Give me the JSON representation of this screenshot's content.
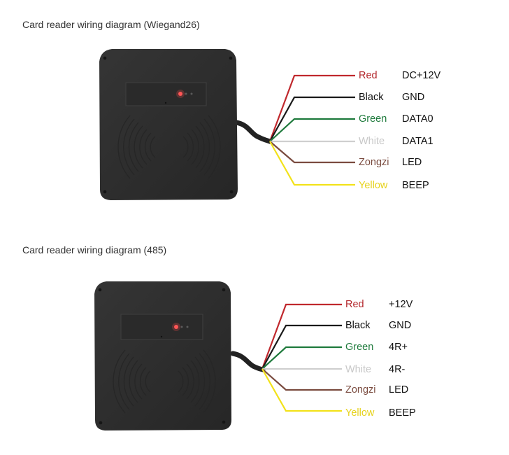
{
  "diagrams": [
    {
      "title": "Card reader wiring diagram (Wiegand26)",
      "wires": [
        {
          "color_name": "Red",
          "signal": "DC+12V",
          "hex": "#c0282d"
        },
        {
          "color_name": "Black",
          "signal": "GND",
          "hex": "#1a1a1a"
        },
        {
          "color_name": "Green",
          "signal": "DATA0",
          "hex": "#1e7a3c"
        },
        {
          "color_name": "White",
          "signal": "DATA1",
          "hex": "#cfcfcf"
        },
        {
          "color_name": "Zongzi",
          "signal": "LED",
          "hex": "#7a4b3f"
        },
        {
          "color_name": "Yellow",
          "signal": "BEEP",
          "hex": "#f2e21a"
        }
      ]
    },
    {
      "title": "Card reader wiring diagram (485)",
      "wires": [
        {
          "color_name": "Red",
          "signal": "+12V",
          "hex": "#c0282d"
        },
        {
          "color_name": "Black",
          "signal": "GND",
          "hex": "#1a1a1a"
        },
        {
          "color_name": "Green",
          "signal": "4R+",
          "hex": "#1e7a3c"
        },
        {
          "color_name": "White",
          "signal": "4R-",
          "hex": "#cfcfcf"
        },
        {
          "color_name": "Zongzi",
          "signal": "LED",
          "hex": "#7a4b3f"
        },
        {
          "color_name": "Yellow",
          "signal": "BEEP",
          "hex": "#f2e21a"
        }
      ]
    }
  ],
  "label_colors": {
    "Red": "#b3262b",
    "Black": "#111111",
    "Green": "#1e7a3c",
    "White": "#c8c8c8",
    "Zongzi": "#7a4b3f",
    "Yellow": "#e6d21a"
  },
  "device": {
    "body_color": "#2e2e2e",
    "led_color": "#ff4a4a"
  }
}
